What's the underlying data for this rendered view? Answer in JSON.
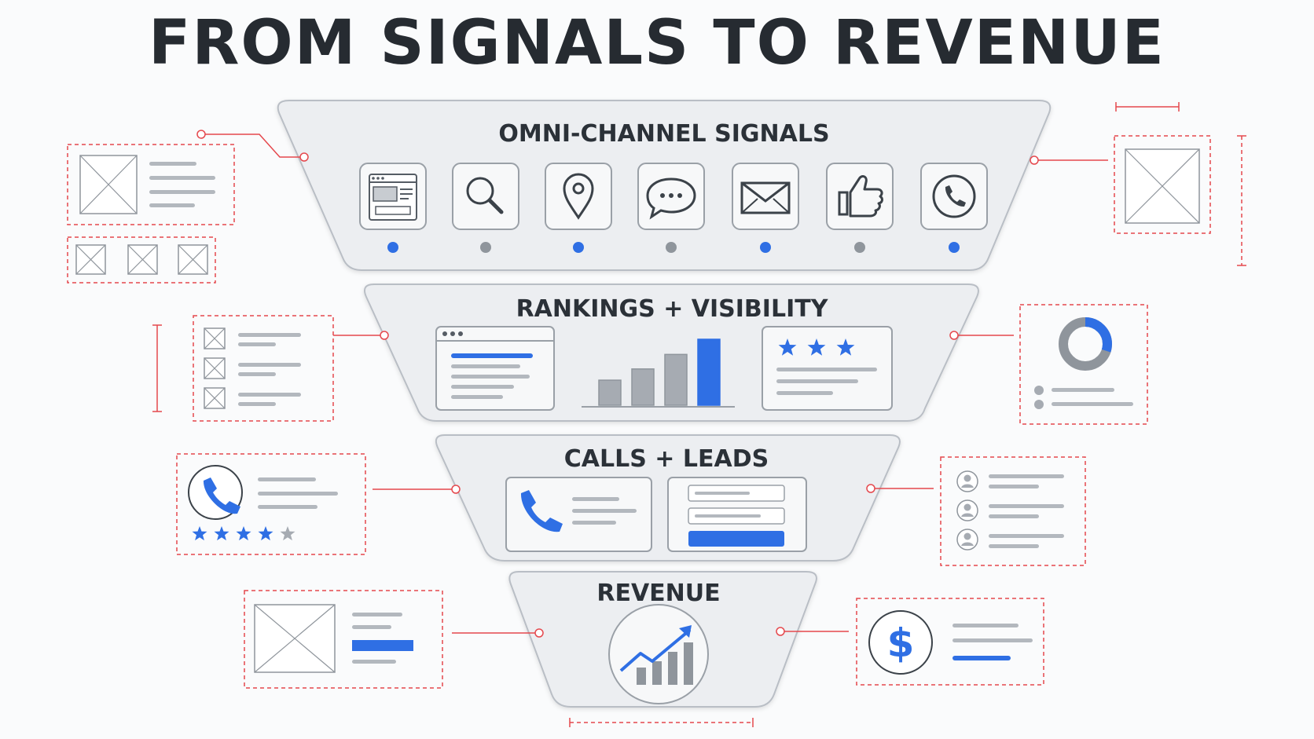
{
  "title": "FROM SIGNALS TO REVENUE",
  "stages": [
    {
      "label": "OMNI-CHANNEL SIGNALS",
      "icons": [
        "browser-icon",
        "search-icon",
        "location-pin-icon",
        "chat-icon",
        "email-icon",
        "thumbs-up-icon",
        "phone-icon"
      ],
      "dot_colors": [
        "blue",
        "gray",
        "blue",
        "gray",
        "blue",
        "gray",
        "blue"
      ]
    },
    {
      "label": "RANKINGS + VISIBILITY",
      "cards": [
        "browser-page-card",
        "bar-chart-card",
        "star-rating-card"
      ],
      "card_stars": 3,
      "bar_levels": [
        0.38,
        0.55,
        0.77,
        1.0
      ]
    },
    {
      "label": "CALLS + LEADS",
      "cards": [
        "phone-call-card",
        "lead-form-card"
      ]
    },
    {
      "label": "REVENUE",
      "icons": [
        "growth-chart-icon"
      ]
    }
  ],
  "side_cards": {
    "left": [
      "image-placeholder-card",
      "thumbnail-row-card",
      "checklist-card",
      "call-rating-card",
      "image-text-card"
    ],
    "right": [
      "image-placeholder-card",
      "donut-chart-card",
      "contacts-list-card",
      "dollar-card"
    ]
  },
  "rating": {
    "filled": 4,
    "total": 5
  },
  "donut_fraction": 0.3,
  "colors": {
    "accent": "#2f6fe4",
    "annotation": "#e5484d",
    "panel": "#eceef1",
    "panel_stroke": "#b9bec5",
    "muted": "#a6abb2",
    "text": "#2b3138"
  }
}
